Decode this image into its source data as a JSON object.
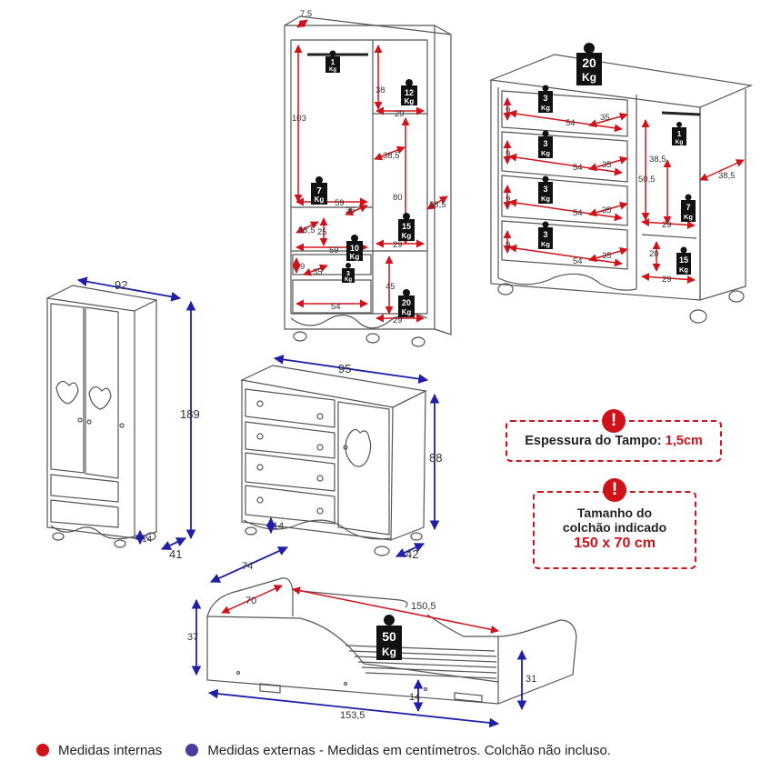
{
  "wardrobe_internal": {
    "top_depth": "7,5",
    "hang_height": "103",
    "hang_width": "59",
    "upper_shelf_height": "38",
    "right_width_top": "29",
    "right_depth": "38,5",
    "right_compartment_height": "80",
    "right_width_mid": "29",
    "mid_depth": "38,5",
    "mid_height": "25",
    "mid_width": "59",
    "drawer_height": "9",
    "drawer_depth": "35",
    "drawer_width": "54",
    "lower_height": "45",
    "lower_width": "29",
    "shelf_depth": "36",
    "side_depth": "38,5",
    "weights": {
      "rail": "1",
      "shelf_top": "12",
      "hang_floor": "7",
      "right_mid": "15",
      "mid_shelf": "10",
      "drawer": "3",
      "bottom": "20"
    }
  },
  "dresser_internal": {
    "top_weight": "20",
    "drawer_height": "9",
    "drawer_width": "54",
    "drawer_depth": "35",
    "door_height": "38,5",
    "door_depth": "38,5",
    "door_total": "50,5",
    "door_width": "29",
    "lower_height": "20",
    "lower_width": "29",
    "weights": {
      "drawer": "3",
      "rail": "1",
      "door_shelf": "7",
      "bottom": "15"
    }
  },
  "wardrobe_external": {
    "width": "92",
    "height": "189",
    "depth": "41",
    "feet": "14"
  },
  "dresser_external": {
    "width": "95",
    "height": "88",
    "depth": "42",
    "feet": "14"
  },
  "bed": {
    "depth_outer": "74",
    "depth_inner": "70",
    "length_inner": "150,5",
    "height_head": "37",
    "height_foot": "31",
    "clearance": "14",
    "length_outer": "153,5",
    "weight": "50"
  },
  "kg_unit": "Kg",
  "callout_thickness": {
    "prefix": "Espessura do Tampo: ",
    "value": "1,5cm"
  },
  "callout_mattress": {
    "line1": "Tamanho do",
    "line2": "colchão indicado",
    "value": "150 x 70 cm"
  },
  "legend": {
    "internal": "Medidas internas",
    "external": "Medidas externas  -  Medidas em centímetros. Colchão não incluso."
  },
  "colors": {
    "internal": "#d0121b",
    "external": "#1f1fa8",
    "weight": "#111111"
  }
}
